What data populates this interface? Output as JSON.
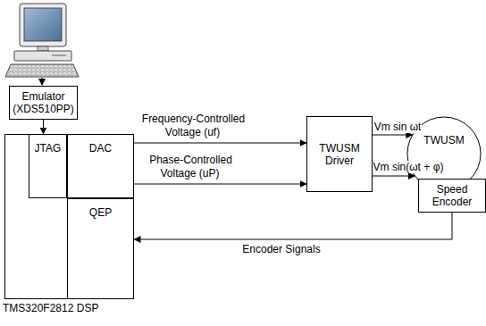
{
  "diagram": {
    "nodes": [
      {
        "text": [
          "Emulator",
          "(XDS510PP)"
        ]
      },
      {
        "text": [
          "TMS320F2812 DSP"
        ]
      },
      {
        "text": [
          "JTAG"
        ],
        "in": 1
      },
      {
        "text": [
          "DAC"
        ],
        "in": 1
      },
      {
        "text": [
          "QEP"
        ],
        "in": 1
      },
      {
        "text": [
          "TWUSM Driver"
        ]
      },
      {
        "text": [
          "TWUSM"
        ]
      },
      {
        "text": [
          "Speed Encoder"
        ]
      }
    ],
    "edges": [
      {
        "from": 0,
        "to": 1,
        "arrow": "to"
      },
      {
        "from": 3,
        "to": 5,
        "label": "Frequency-Controlled Voltage (uf)",
        "arrow": "to"
      },
      {
        "from": 3,
        "to": 5,
        "label": "Phase-Controlled Voltage (uP)",
        "arrow": "to"
      },
      {
        "from": 5,
        "to": 6,
        "label": "Vm sin ωt",
        "arrow": "to"
      },
      {
        "from": 5,
        "to": 6,
        "label": "Vm sin(ωt + φ)",
        "arrow": "to"
      },
      {
        "from": 7,
        "to": 4,
        "label": "Encoder Signals",
        "arrow": "to"
      }
    ]
  }
}
